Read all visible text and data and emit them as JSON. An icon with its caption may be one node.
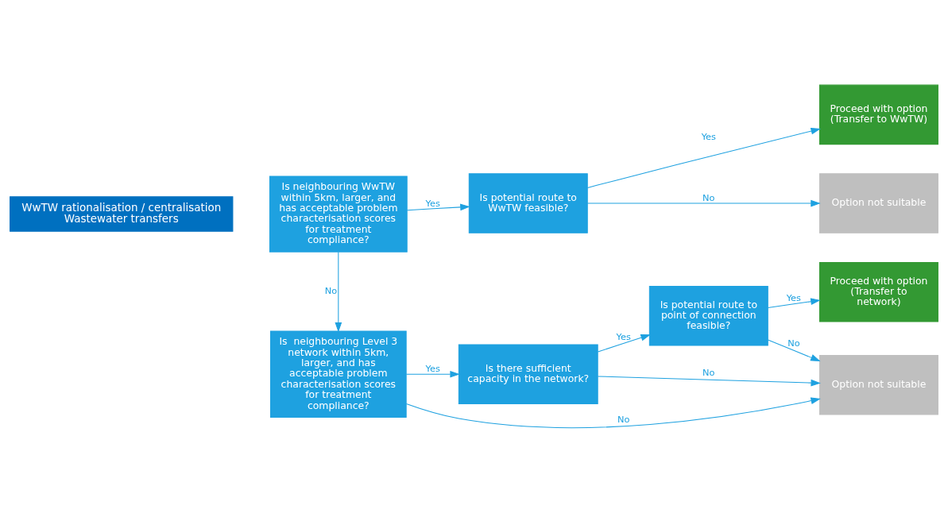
{
  "diagram": {
    "nodes": [
      {
        "text": [
          "WwTW rationalisation / centralisation Wastewater transfers"
        ]
      },
      {
        "text": [
          "Is neighbouring WwTW within 5km, larger, and has acceptable problem characterisation scores for treatment compliance?"
        ]
      },
      {
        "text": [
          "Is potential route to WwTW feasible?"
        ]
      },
      {
        "text": [
          "Proceed with option (Transfer to WwTW)"
        ]
      },
      {
        "text": [
          "Option not suitable"
        ]
      },
      {
        "text": [
          "Is  neighbouring Level 3 network within 5km, larger, and has acceptable problem characterisation scores for treatment compliance?"
        ]
      },
      {
        "text": [
          "Is there sufficient capacity in the network?"
        ]
      },
      {
        "text": [
          "Is potential route to point of connection feasible?"
        ]
      },
      {
        "text": [
          "Proceed with option (Transfer to network)"
        ]
      },
      {
        "text": [
          "Option not suitable"
        ]
      }
    ],
    "edges": [
      {
        "from": 1,
        "to": 2,
        "arrow": "to",
        "label": "Yes"
      },
      {
        "from": 2,
        "to": 3,
        "arrow": "to",
        "label": "Yes"
      },
      {
        "from": 2,
        "to": 4,
        "arrow": "to",
        "label": "No"
      },
      {
        "from": 1,
        "to": 5,
        "arrow": "to",
        "label": "No"
      },
      {
        "from": 5,
        "to": 6,
        "arrow": "to",
        "label": "Yes"
      },
      {
        "from": 6,
        "to": 7,
        "arrow": "to",
        "label": "Yes"
      },
      {
        "from": 7,
        "to": 8,
        "arrow": "to",
        "label": "Yes"
      },
      {
        "from": 5,
        "to": 9,
        "arrow": "to",
        "label": "No"
      },
      {
        "from": 6,
        "to": 9,
        "arrow": "to",
        "label": "No"
      },
      {
        "from": 7,
        "to": 9,
        "arrow": "to",
        "label": "No"
      }
    ]
  }
}
